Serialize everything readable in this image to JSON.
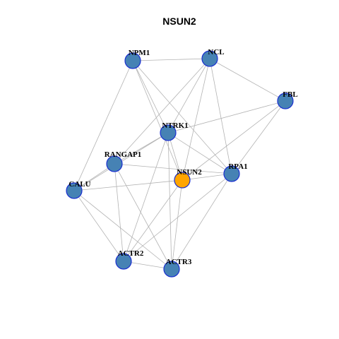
{
  "title": "NSUN2",
  "colors": {
    "node_default": "#4682B4",
    "node_highlight": "#FFA500",
    "node_border": "#1a2fd0",
    "edge": "#b3b3b3"
  },
  "nodes": [
    {
      "id": "NPM1",
      "label": "NPM1",
      "highlight": false
    },
    {
      "id": "NCL",
      "label": "NCL",
      "highlight": false
    },
    {
      "id": "FBL",
      "label": "FBL",
      "highlight": false
    },
    {
      "id": "NTRK1",
      "label": "NTRK1",
      "highlight": false
    },
    {
      "id": "RANGAP1",
      "label": "RANGAP1",
      "highlight": false
    },
    {
      "id": "NSUN2",
      "label": "NSUN2",
      "highlight": true
    },
    {
      "id": "RPA1",
      "label": "RPA1",
      "highlight": false
    },
    {
      "id": "CALU",
      "label": "CALU",
      "highlight": false
    },
    {
      "id": "ACTR2",
      "label": "ACTR2",
      "highlight": false
    },
    {
      "id": "ACTR3",
      "label": "ACTR3",
      "highlight": false
    }
  ],
  "edges": [
    [
      "NPM1",
      "NCL"
    ],
    [
      "NPM1",
      "CALU"
    ],
    [
      "NPM1",
      "NTRK1"
    ],
    [
      "NPM1",
      "NSUN2"
    ],
    [
      "NPM1",
      "RPA1"
    ],
    [
      "NCL",
      "FBL"
    ],
    [
      "NCL",
      "NTRK1"
    ],
    [
      "NCL",
      "RANGAP1"
    ],
    [
      "NCL",
      "NSUN2"
    ],
    [
      "NCL",
      "RPA1"
    ],
    [
      "FBL",
      "NTRK1"
    ],
    [
      "FBL",
      "NSUN2"
    ],
    [
      "FBL",
      "RPA1"
    ],
    [
      "NTRK1",
      "RANGAP1"
    ],
    [
      "NTRK1",
      "CALU"
    ],
    [
      "NTRK1",
      "NSUN2"
    ],
    [
      "NTRK1",
      "RPA1"
    ],
    [
      "NTRK1",
      "ACTR2"
    ],
    [
      "NTRK1",
      "ACTR3"
    ],
    [
      "RANGAP1",
      "CALU"
    ],
    [
      "RANGAP1",
      "ACTR2"
    ],
    [
      "RANGAP1",
      "ACTR3"
    ],
    [
      "RANGAP1",
      "RPA1"
    ],
    [
      "CALU",
      "NSUN2"
    ],
    [
      "CALU",
      "ACTR2"
    ],
    [
      "CALU",
      "ACTR3"
    ],
    [
      "NSUN2",
      "RPA1"
    ],
    [
      "NSUN2",
      "ACTR2"
    ],
    [
      "NSUN2",
      "ACTR3"
    ],
    [
      "RPA1",
      "ACTR2"
    ],
    [
      "RPA1",
      "ACTR3"
    ],
    [
      "ACTR2",
      "ACTR3"
    ]
  ]
}
